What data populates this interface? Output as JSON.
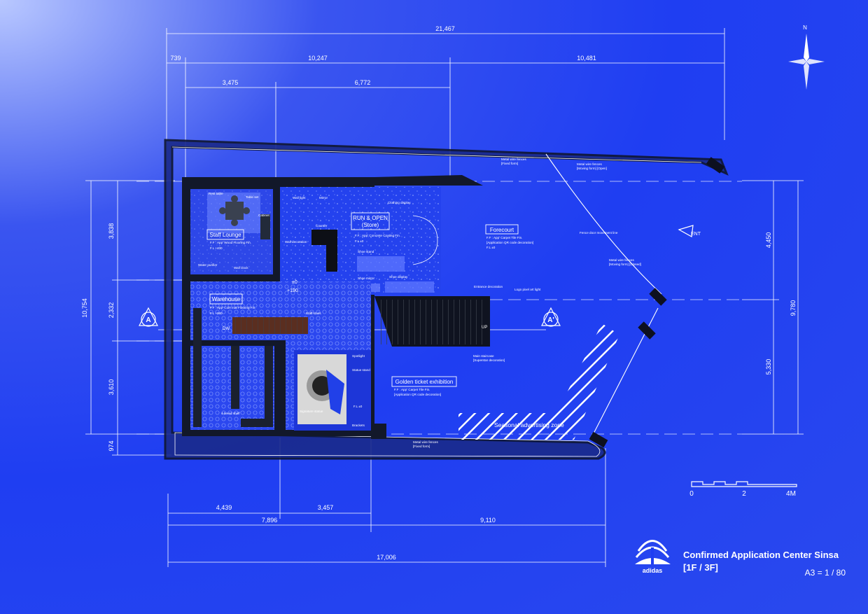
{
  "title_block": {
    "project_name": "Confirmed Application Center Sinsa",
    "floors": "[1F / 3F]",
    "scale": "A3 = 1 / 80",
    "brand": "adidas",
    "north": "N"
  },
  "scale_bar": {
    "labels": [
      "0",
      "2",
      "4M"
    ]
  },
  "dimensions": {
    "top_total": "21,467",
    "top_row2": [
      "739",
      "10,247",
      "10,481"
    ],
    "top_row3": [
      "3,475",
      "6,772"
    ],
    "left_total": "10,754",
    "left_parts": [
      "3,838",
      "2,332",
      "3,610",
      "974"
    ],
    "right_total": "9,780",
    "right_parts": [
      "4,450",
      "5,330"
    ],
    "bottom_row1": [
      "4,439",
      "3,457"
    ],
    "bottom_row2": [
      "7,896",
      "9,110"
    ],
    "bottom_total": "17,006"
  },
  "section_markers": [
    "A",
    "A'"
  ],
  "rooms": {
    "staff_lounge": {
      "name": "Staff Lounge",
      "finish": "F.F : App' Wood Flooring Fin.",
      "level": "F.L +400"
    },
    "warehouse": {
      "name": "Warehouse",
      "finish": "F.F : App' Coin mat Flooring Fin.",
      "level": "F.L +380"
    },
    "store": {
      "name": "RUN & OPEN",
      "sub": "(Store)",
      "finish": "F.F : App' Concrete Coating Fin.",
      "level": "F.L ±0"
    },
    "forecourt": {
      "name": "Forecourt",
      "finish": "F.F : App' Carpet Tile Fin.",
      "note": "[Application QR code decoration]",
      "level": "F.L ±0"
    },
    "golden": {
      "name": "Golden ticket exhibition",
      "finish": "F.F : App' Carpet Tile Fin.",
      "note": "[Application QR code decoration]",
      "level": "F.L ±0"
    },
    "seasonal": {
      "name": "Seasonal advertising zone"
    }
  },
  "annotations": {
    "rest_table": "Rest table",
    "table_set": "Table set",
    "cabinet": "Cabinet",
    "water_purifier": "Water purifier",
    "wall_clock": "Wall clock",
    "wall_light": "Wall light",
    "mirror": "Mirror",
    "clothing_display": "Clothing display",
    "counter": "Counter",
    "wall_decoration": "Wall decoration",
    "shoe_stand": "Shoe stand",
    "shoe_mirror": "Shoe mirror",
    "shoe_display": "Shoe display",
    "level_190": "+190",
    "level_0": "±0",
    "staff_stairs": "Staff stairs",
    "dw": "DW",
    "four_tiered_shelf": "4-tiered shelf",
    "spotlight": "Spotlight",
    "statue_stand": "Statue stand",
    "signature_statue": "Signature statue",
    "brackets": "Brackets",
    "entrance_decoration": "Entrance decoration",
    "logo_pixel_art_light": "Logo pixel art light",
    "main_staircase": "Main staircase",
    "main_staircase_note": "[Superstar decoration]",
    "up": "UP",
    "fence_top_fixed": "Metal wire fences",
    "fence_top_fixed_note": "[Fixed form]",
    "fence_top_moving": "Metal wire fences",
    "fence_top_moving_note": "[Moving form] [Open]",
    "fence_move_line": "Fence door movement line",
    "fence_right": "Metal wire fences",
    "fence_right_note": "[Moving form] [Closed]",
    "fence_bottom": "Metal wire fences",
    "fence_bottom_note": "[Fixed form]",
    "ent": "ENT"
  }
}
